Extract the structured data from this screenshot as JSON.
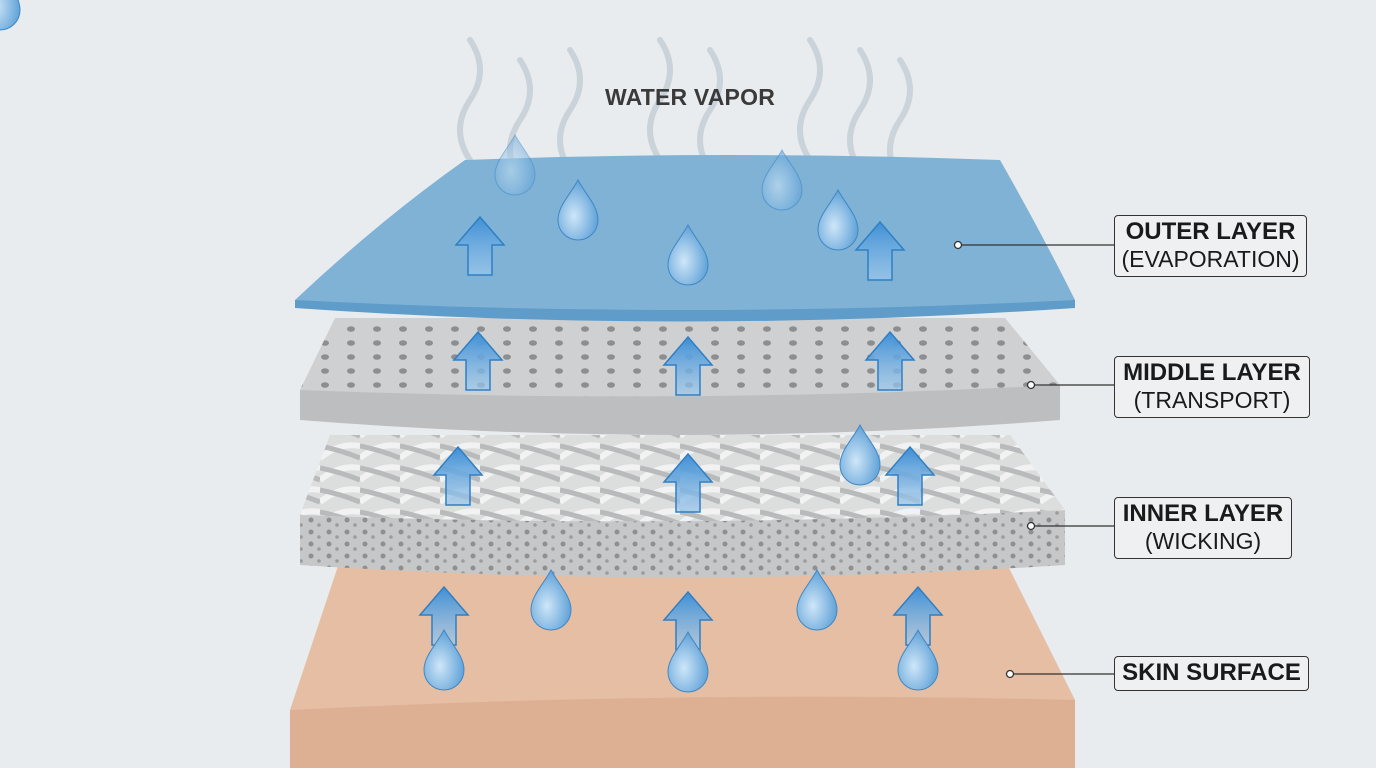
{
  "title": "WATER VAPOR",
  "labels": [
    {
      "main": "OUTER LAYER",
      "sub": "(EVAPORATION)"
    },
    {
      "main": "MIDDLE LAYER",
      "sub": "(TRANSPORT)"
    },
    {
      "main": "INNER LAYER",
      "sub": "(WICKING)"
    },
    {
      "main": "SKIN SURFACE",
      "sub": ""
    }
  ],
  "colors": {
    "outer": "#7fb2d5",
    "middle": "#c4c5c6",
    "inner": "#cfd0d1",
    "skin": "#e6bea3",
    "arrow": "#4d9ad8",
    "background": "#e9ecee"
  }
}
